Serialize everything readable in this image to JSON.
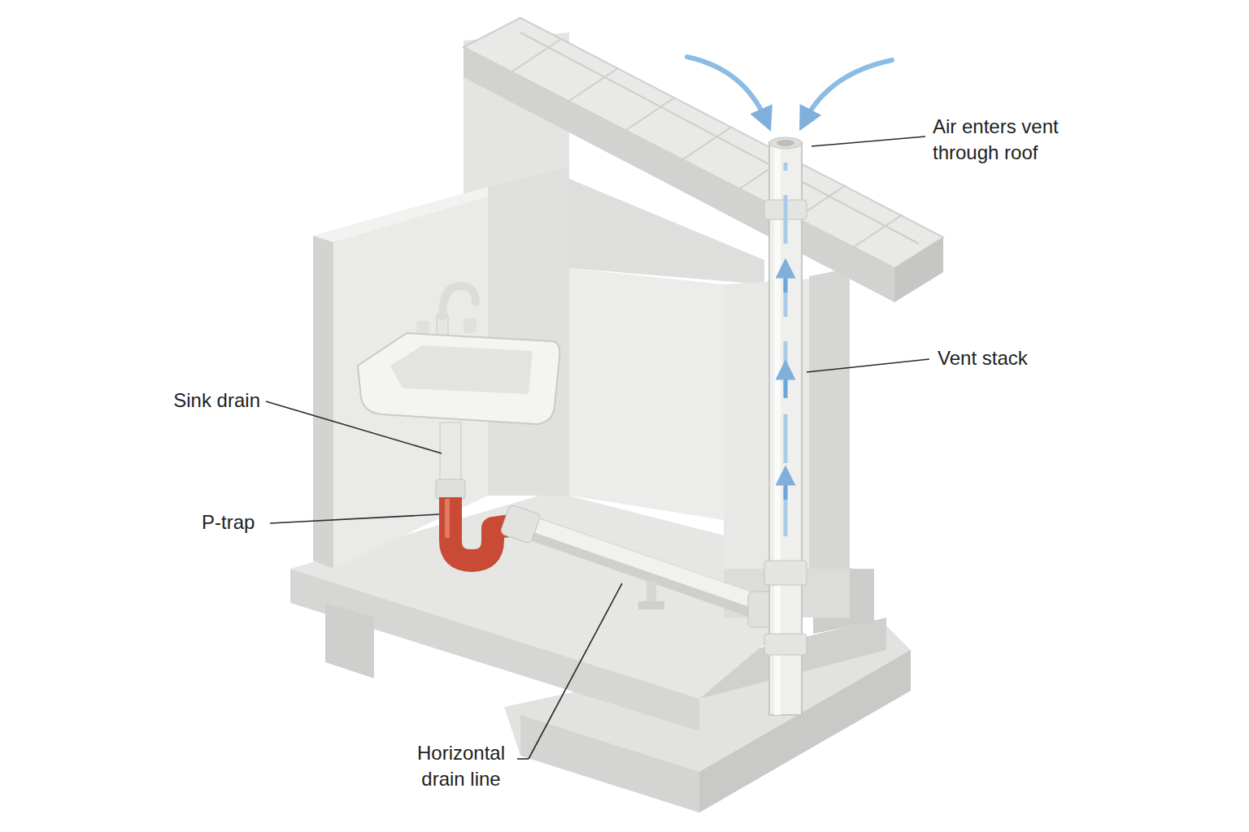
{
  "diagram": {
    "labels": [
      "Air enters vent through roof",
      "Vent stack",
      "Sink drain",
      "P-trap",
      "Horizontal drain line"
    ]
  }
}
